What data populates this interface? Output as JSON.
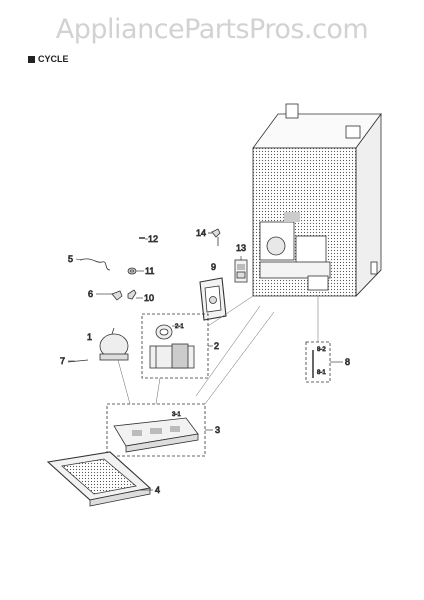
{
  "watermark": "AppliancePartsPros.com",
  "section_title": "CYCLE",
  "callouts": {
    "c1": "1",
    "c2": "2",
    "c2_1": "2-1",
    "c3": "3",
    "c3_1": "3-1",
    "c4": "4",
    "c5": "5",
    "c6": "6",
    "c7": "7",
    "c8": "8",
    "c8_1": "8-1",
    "c8_2": "8-2",
    "c9": "9",
    "c10": "10",
    "c11": "11",
    "c12": "12",
    "c13": "13",
    "c14": "14"
  }
}
